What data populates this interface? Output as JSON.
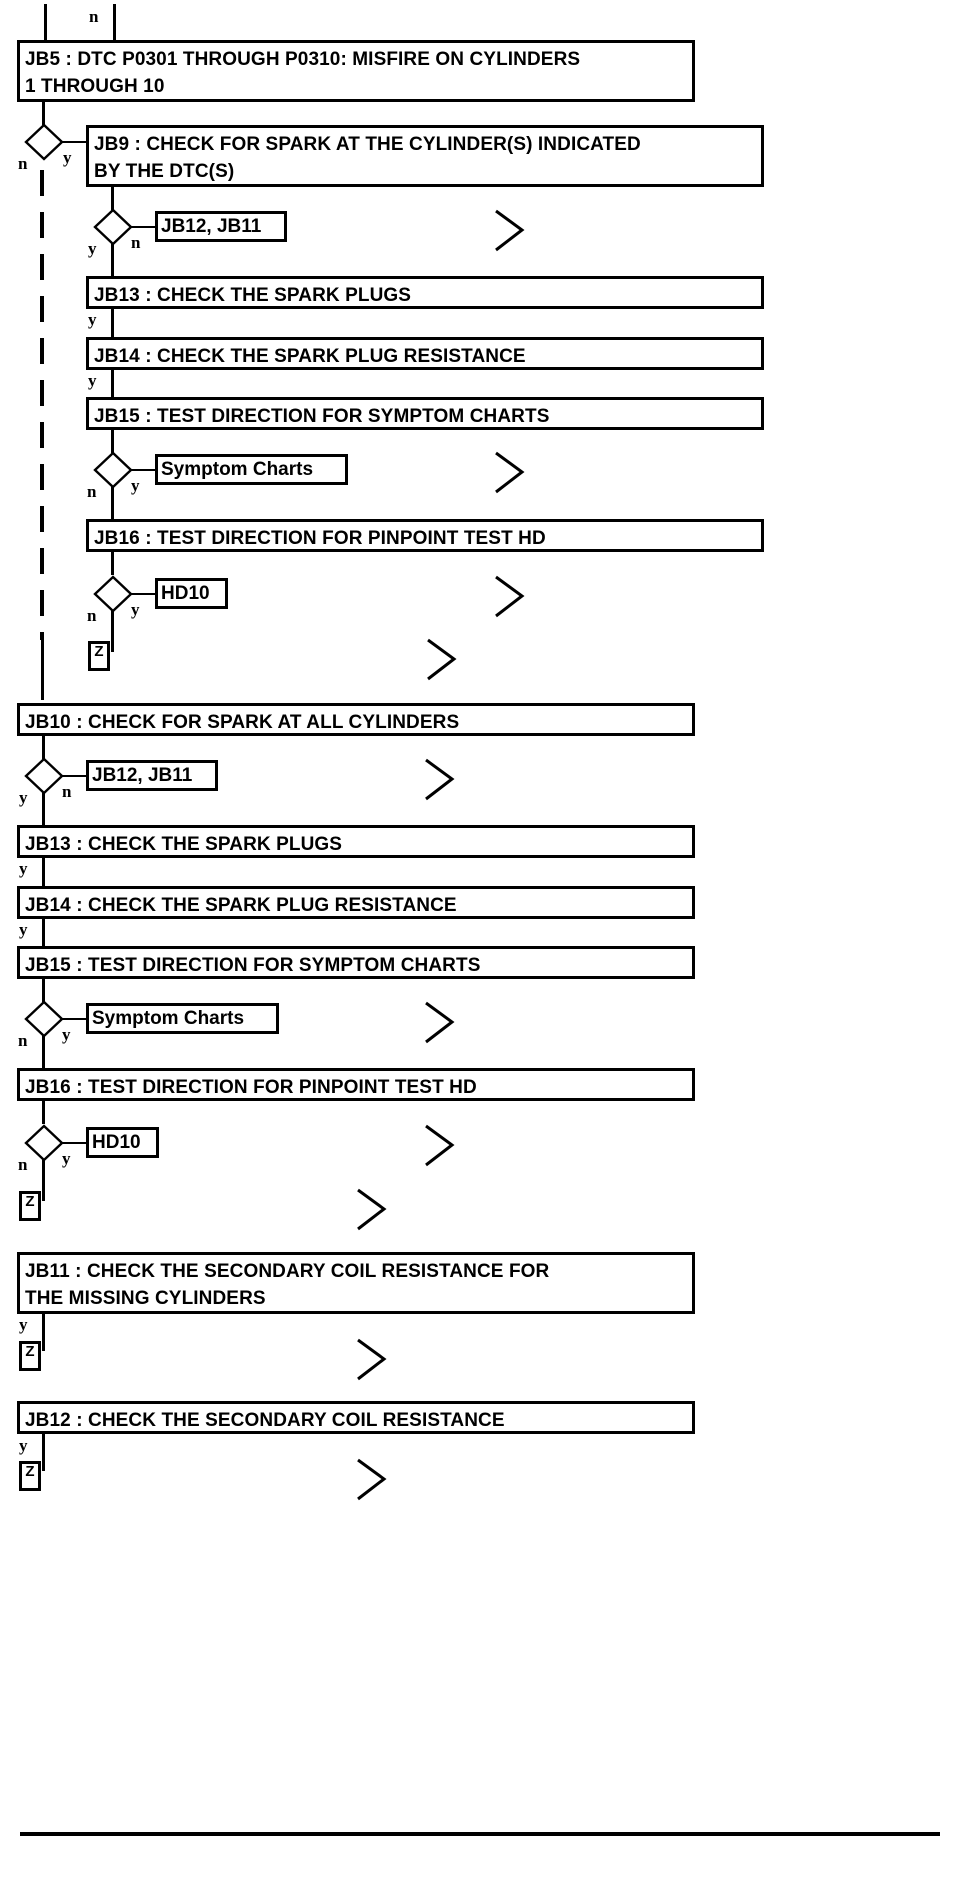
{
  "diagram": {
    "title": "JB5 : DTC P0301 THROUGH P0310: MISFIRE ON CYLINDERS 1 THROUGH 10",
    "type": "flowchart",
    "edge_labels": {
      "yes": "y",
      "no": "n"
    },
    "terminator_label": "Z",
    "nodes": [
      {
        "id": "jb5",
        "kind": "process",
        "text": "JB5 : DTC P0301 THROUGH P0310: MISFIRE ON CYLINDERS\n1 THROUGH 10"
      },
      {
        "id": "jb9",
        "kind": "process",
        "text": "JB9 : CHECK FOR SPARK AT THE CYLINDER(S) INDICATED\nBY THE DTC(S)"
      },
      {
        "id": "ref1",
        "kind": "reference",
        "text": "JB12, JB11"
      },
      {
        "id": "jb13a",
        "kind": "process",
        "text": "JB13 : CHECK THE SPARK PLUGS"
      },
      {
        "id": "jb14a",
        "kind": "process",
        "text": "JB14 : CHECK THE SPARK PLUG RESISTANCE"
      },
      {
        "id": "jb15a",
        "kind": "process",
        "text": "JB15 : TEST DIRECTION FOR SYMPTOM CHARTS"
      },
      {
        "id": "ref2",
        "kind": "reference",
        "text": "Symptom Charts"
      },
      {
        "id": "jb16a",
        "kind": "process",
        "text": "JB16 : TEST DIRECTION FOR PINPOINT TEST HD"
      },
      {
        "id": "ref3",
        "kind": "reference",
        "text": "HD10"
      },
      {
        "id": "z1",
        "kind": "terminator",
        "text": "Z"
      },
      {
        "id": "jb10",
        "kind": "process",
        "text": "JB10 : CHECK FOR SPARK AT ALL CYLINDERS"
      },
      {
        "id": "ref4",
        "kind": "reference",
        "text": "JB12, JB11"
      },
      {
        "id": "jb13b",
        "kind": "process",
        "text": "JB13 : CHECK THE SPARK PLUGS"
      },
      {
        "id": "jb14b",
        "kind": "process",
        "text": "JB14 : CHECK THE SPARK PLUG RESISTANCE"
      },
      {
        "id": "jb15b",
        "kind": "process",
        "text": "JB15 : TEST DIRECTION FOR SYMPTOM CHARTS"
      },
      {
        "id": "ref5",
        "kind": "reference",
        "text": "Symptom Charts"
      },
      {
        "id": "jb16b",
        "kind": "process",
        "text": "JB16 : TEST DIRECTION FOR PINPOINT TEST HD"
      },
      {
        "id": "ref6",
        "kind": "reference",
        "text": "HD10"
      },
      {
        "id": "z2",
        "kind": "terminator",
        "text": "Z"
      },
      {
        "id": "jb11",
        "kind": "process",
        "text": "JB11 : CHECK THE SECONDARY COIL RESISTANCE FOR\nTHE MISSING CYLINDERS"
      },
      {
        "id": "z3",
        "kind": "terminator",
        "text": "Z"
      },
      {
        "id": "jb12",
        "kind": "process",
        "text": "JB12 : CHECK THE SECONDARY COIL RESISTANCE"
      },
      {
        "id": "z4",
        "kind": "terminator",
        "text": "Z"
      }
    ]
  }
}
